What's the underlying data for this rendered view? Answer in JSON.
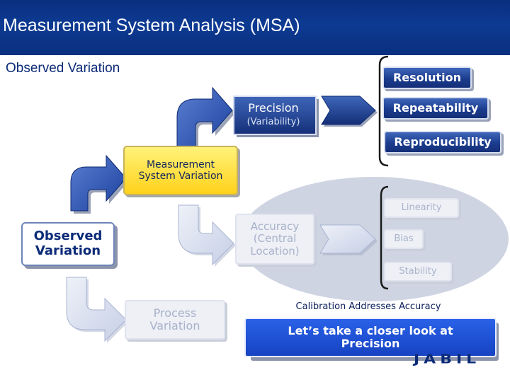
{
  "title": "Measurement System Analysis (MSA)",
  "subtitle": "Observed Variation",
  "nodes": {
    "observed_variation": "Observed Variation",
    "measurement_system_variation": "Measurement System Variation",
    "process_variation": "Process Variation",
    "precision": "Precision",
    "precision_sub": "(Variability)",
    "accuracy": "Accuracy (Central Location)",
    "resolution": "Resolution",
    "repeatability": "Repeatability",
    "reproducibility": "Reproducibility",
    "linearity": "Linearity",
    "bias": "Bias",
    "stability": "Stability"
  },
  "caption": "Calibration Addresses Accuracy",
  "cta": "Let’s take a closer look at Precision",
  "logo": "JABIL",
  "colors": {
    "header_blue": "#0d3a92",
    "highlight_yellow": "#ffd21a",
    "ellipse_gray": "#c9cfdf",
    "cta_blue": "#1b4fd6"
  }
}
